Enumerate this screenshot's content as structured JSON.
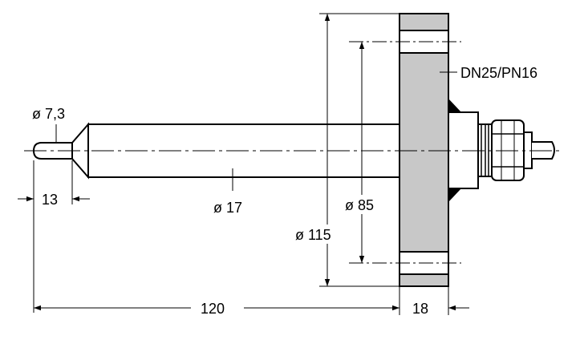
{
  "drawing": {
    "labels": {
      "flange_spec": "DN25/PN16",
      "tip_diameter": "ø 7,3",
      "tip_length": "13",
      "shaft_diameter": "ø 17",
      "bolt_circle_diameter": "ø 85",
      "flange_diameter": "ø 115",
      "insertion_length": "120",
      "flange_thickness": "18"
    },
    "colors": {
      "line": "#000000",
      "flange_fill": "#c8c8c8",
      "body_fill": "#ffffff"
    }
  }
}
